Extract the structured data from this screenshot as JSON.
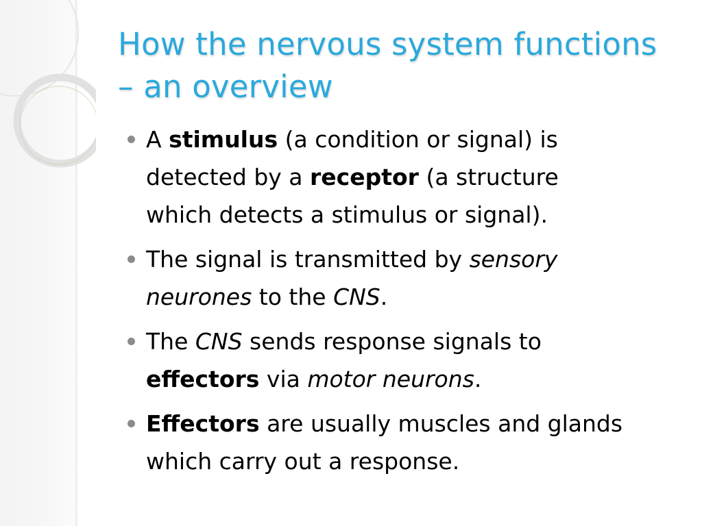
{
  "slide": {
    "title_lines": [
      "How the nervous system functions",
      "– an overview"
    ],
    "bullets": [
      {
        "lines": [
          [
            "A ",
            "stimulus",
            " (a condition or signal) is"
          ],
          [
            "detected by a ",
            "receptor",
            " (a structure"
          ],
          [
            "which detects a stimulus or signal)."
          ]
        ]
      },
      {
        "lines": [
          [
            "The signal is transmitted by ",
            "sensory"
          ],
          [
            "neurones",
            " to the ",
            "CNS",
            "."
          ]
        ]
      },
      {
        "lines": [
          [
            "The ",
            "CNS",
            " sends response signals to"
          ],
          [
            "effectors",
            " via ",
            "motor neurons",
            "."
          ]
        ]
      },
      {
        "lines": [
          [
            "Effectors",
            " are usually muscles and glands"
          ],
          [
            "which carry out a response."
          ]
        ]
      }
    ]
  },
  "colors": {
    "title": "#29a9dc",
    "body_text": "#000000",
    "bullet": "#8c8c8c",
    "side_panel": "#f3f3f3",
    "ring": "#e2e2e2"
  },
  "icons": [
    "bullet-dot-icon",
    "decorative-ring-icon"
  ]
}
